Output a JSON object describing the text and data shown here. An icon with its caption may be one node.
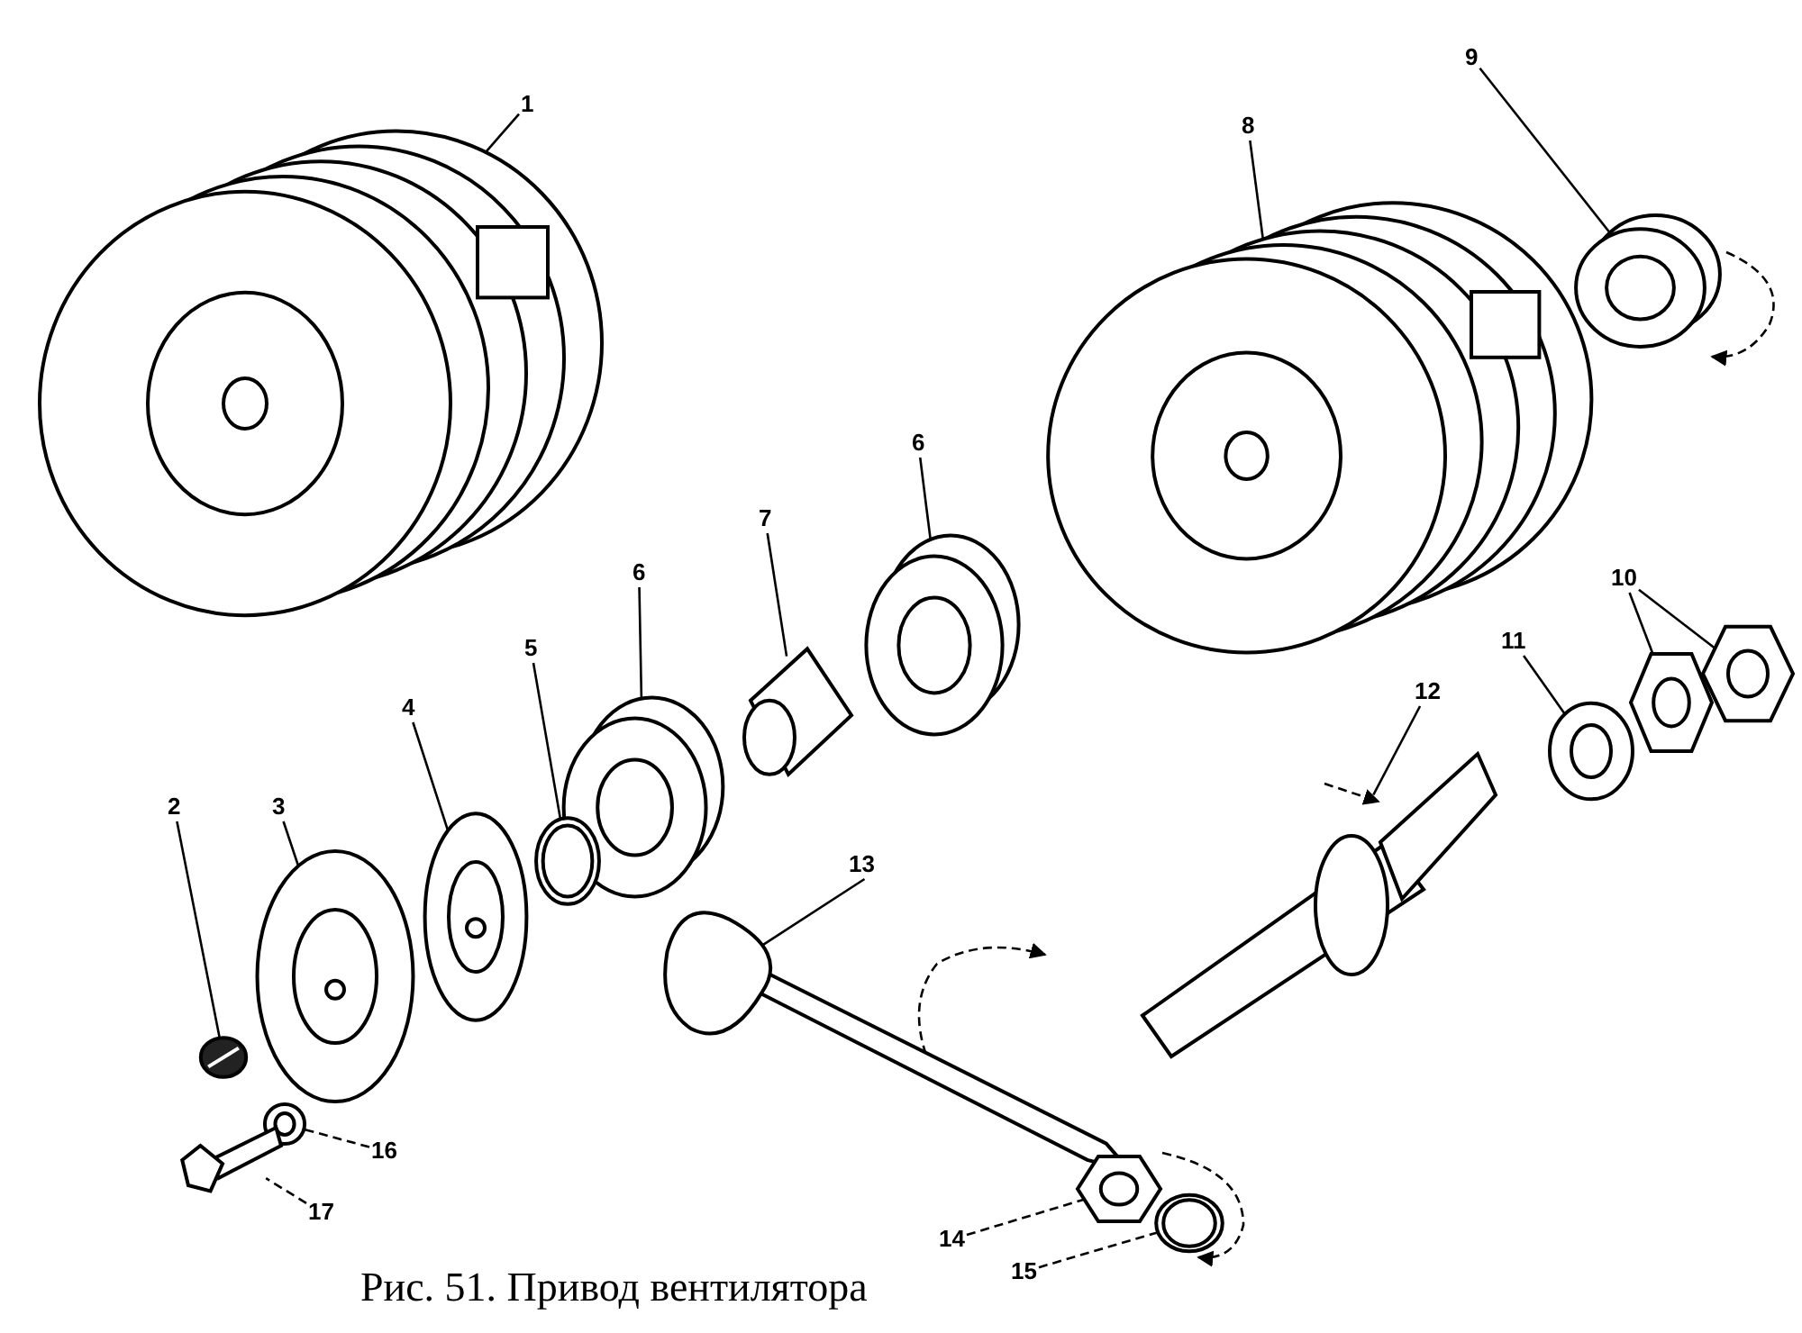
{
  "diagram": {
    "caption": "Рис. 51. Привод вентилятора",
    "nodes": [
      {
        "text": [
          "1"
        ]
      },
      {
        "text": [],
        "shape": "picture"
      },
      {
        "text": [
          "9"
        ]
      },
      {
        "text": [],
        "shape": "picture"
      },
      {
        "text": [
          "8"
        ]
      },
      {
        "text": [],
        "shape": "picture"
      },
      {
        "text": [
          "10"
        ]
      },
      {
        "text": [],
        "shape": "picture"
      },
      {
        "text": [],
        "shape": "picture"
      },
      {
        "text": [
          "11"
        ]
      },
      {
        "text": [],
        "shape": "picture"
      },
      {
        "text": [
          "12"
        ]
      },
      {
        "text": [],
        "shape": "picture"
      },
      {
        "text": [
          "7"
        ]
      },
      {
        "text": [],
        "shape": "picture"
      },
      {
        "text": [
          "6"
        ]
      },
      {
        "text": [],
        "shape": "picture"
      },
      {
        "text": [
          "6"
        ]
      },
      {
        "text": [],
        "shape": "picture"
      },
      {
        "text": [
          "5"
        ]
      },
      {
        "text": [],
        "shape": "picture"
      },
      {
        "text": [
          "4"
        ]
      },
      {
        "text": [],
        "shape": "picture"
      },
      {
        "text": [
          "3"
        ]
      },
      {
        "text": [],
        "shape": "picture"
      },
      {
        "text": [
          "2"
        ]
      },
      {
        "text": [],
        "shape": "picture"
      },
      {
        "text": [
          "13"
        ]
      },
      {
        "text": [],
        "shape": "picture"
      },
      {
        "text": [
          "16"
        ]
      },
      {
        "text": [],
        "shape": "picture"
      },
      {
        "text": [
          "17"
        ]
      },
      {
        "text": [],
        "shape": "picture"
      },
      {
        "text": [
          "14"
        ]
      },
      {
        "text": [],
        "shape": "picture"
      },
      {
        "text": [
          "15"
        ]
      },
      {
        "text": [],
        "shape": "picture"
      }
    ],
    "edges": [
      {
        "from": 0,
        "to": 1,
        "arrow": "none"
      },
      {
        "from": 2,
        "to": 3,
        "arrow": "none"
      },
      {
        "from": 4,
        "to": 5,
        "arrow": "none"
      },
      {
        "from": 6,
        "to": 7,
        "arrow": "none"
      },
      {
        "from": 6,
        "to": 8,
        "arrow": "none"
      },
      {
        "from": 9,
        "to": 10,
        "arrow": "none"
      },
      {
        "from": 11,
        "to": 12,
        "arrow": "none"
      },
      {
        "from": 13,
        "to": 14,
        "arrow": "none"
      },
      {
        "from": 15,
        "to": 16,
        "arrow": "none"
      },
      {
        "from": 17,
        "to": 18,
        "arrow": "none"
      },
      {
        "from": 19,
        "to": 20,
        "arrow": "none"
      },
      {
        "from": 21,
        "to": 22,
        "arrow": "none"
      },
      {
        "from": 23,
        "to": 24,
        "arrow": "none"
      },
      {
        "from": 25,
        "to": 26,
        "arrow": "none"
      },
      {
        "from": 27,
        "to": 28,
        "arrow": "none"
      },
      {
        "from": 29,
        "to": 30,
        "arrow": "none",
        "style": "dashed"
      },
      {
        "from": 31,
        "to": 32,
        "arrow": "none",
        "style": "dashed"
      },
      {
        "from": 33,
        "to": 34,
        "arrow": "none",
        "style": "dashed"
      },
      {
        "from": 35,
        "to": 36,
        "arrow": "none",
        "style": "dashed"
      }
    ]
  }
}
